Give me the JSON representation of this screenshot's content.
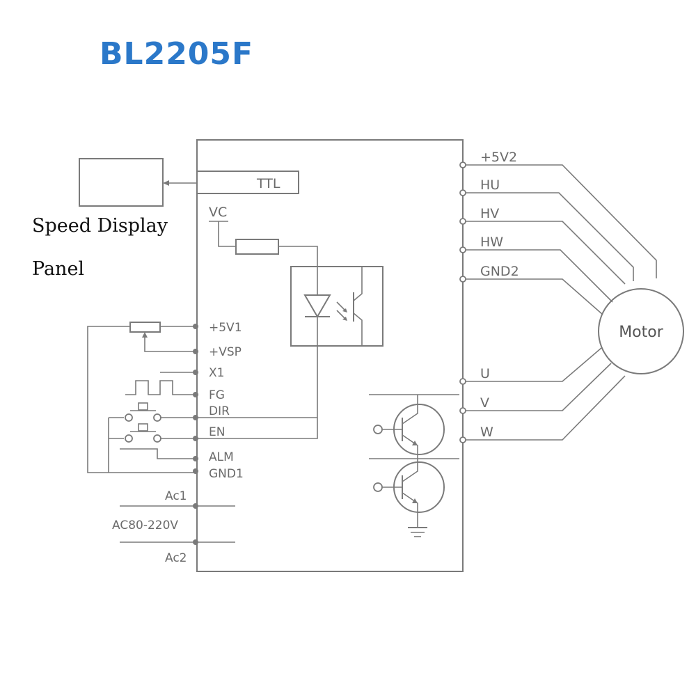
{
  "title": "BL2205F",
  "title_color": "#2b78c9",
  "speed_display": {
    "line1": "Speed Display",
    "line2": "Panel"
  },
  "ttl_label": "TTL",
  "vc_label": "VC",
  "left_pins": [
    "+5V1",
    "+VSP",
    "X1",
    "FG",
    "DIR",
    "EN",
    "ALM",
    "GND1"
  ],
  "ac_labels": {
    "ac1": "Ac1",
    "voltage": "AC80-220V",
    "ac2": "Ac2"
  },
  "hall_pins": [
    "+5V2",
    "HU",
    "HV",
    "HW",
    "GND2"
  ],
  "phase_pins": [
    "U",
    "V",
    "W"
  ],
  "motor_label": "Motor"
}
